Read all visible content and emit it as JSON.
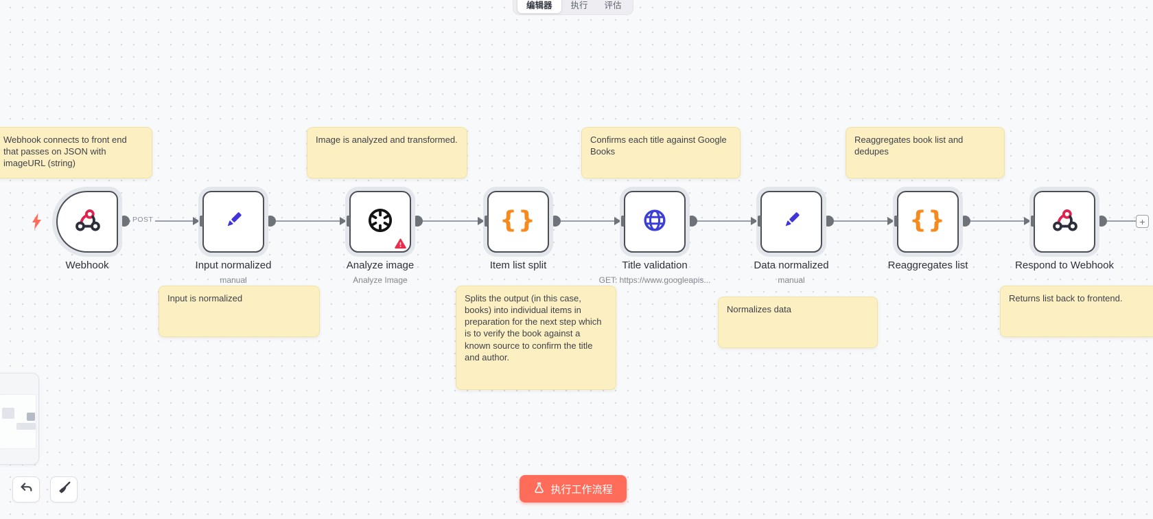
{
  "view_tabs": {
    "editor": "编辑器",
    "executions": "执行",
    "evaluation": "评估"
  },
  "workflow": {
    "nodes": [
      {
        "title": "Webhook",
        "subtitle": "",
        "icon": "webhook-icon",
        "trigger": true
      },
      {
        "title": "Input normalized",
        "subtitle": "manual",
        "icon": "pencil-icon"
      },
      {
        "title": "Analyze image",
        "subtitle": "Analyze Image",
        "icon": "openai-icon",
        "warning": true
      },
      {
        "title": "Item list split",
        "subtitle": "",
        "icon": "braces-icon"
      },
      {
        "title": "Title validation",
        "subtitle": "GET: https://www.googleapis...",
        "icon": "globe-icon"
      },
      {
        "title": "Data normalized",
        "subtitle": "manual",
        "icon": "pencil-icon"
      },
      {
        "title": "Reaggregates list",
        "subtitle": "",
        "icon": "braces-icon"
      },
      {
        "title": "Respond to Webhook",
        "subtitle": "",
        "icon": "webhook-icon"
      }
    ],
    "connection_labels": {
      "webhook_output": "POST"
    },
    "sticky_notes": [
      {
        "text": "Webhook connects to front end that passes on JSON with imageURL (string)"
      },
      {
        "text": "Image is analyzed and transformed."
      },
      {
        "text": "Confirms each title against Google Books"
      },
      {
        "text": "Reaggregates book list and dedupes"
      },
      {
        "text": "Input is normalized"
      },
      {
        "text": "Splits the output (in this case, books) into individual items in preparation for the next step which is to verify the book against a known source to confirm the title and author."
      },
      {
        "text": "Normalizes data"
      },
      {
        "text": "Returns list back to frontend."
      }
    ]
  },
  "toolbar": {
    "execute_button_label": "执行工作流程"
  },
  "icons": {
    "braces_glyph": "{}",
    "plus_glyph": "+"
  },
  "colors": {
    "canvas_bg": "#f8f9fb",
    "dot_color": "#d7dade",
    "node_border": "#4b4e55",
    "node_ring": "#e3e6ea",
    "edge_gray": "#999ea6",
    "port_gray": "#6e7279",
    "sticky_bg": "#fcf0c3",
    "sticky_border": "#f0e2a5",
    "sticky_text": "#3f4149",
    "title_text": "#2f3138",
    "subtitle_text": "#82868e",
    "pencil_blue": "#4134d8",
    "globe_blue": "#3b3fd8",
    "braces_orange": "#f78a1e",
    "webhook_red": "#e0234e",
    "webhook_dark": "#2c2e3b",
    "openai_black": "#141414",
    "warning_red": "#ea2c4d",
    "bolt_orange": "#ff6d5a",
    "execute_bg": "#ff6d5a"
  }
}
